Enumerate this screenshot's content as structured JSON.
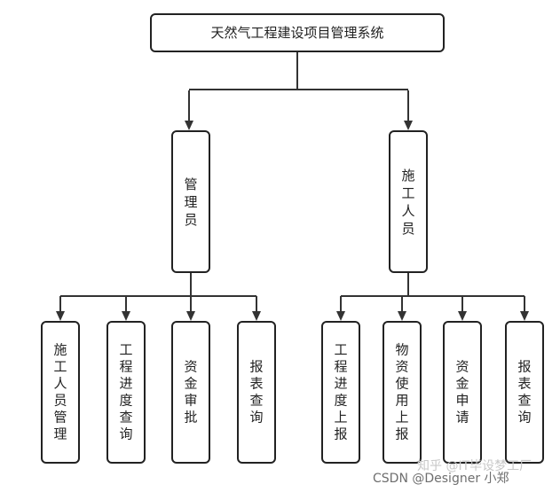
{
  "diagram": {
    "root": {
      "label": "天然气工程建设项目管理系统"
    },
    "roles": [
      {
        "label": "管理员",
        "children": [
          "施工人员管理",
          "工程进度查询",
          "资金审批",
          "报表查询"
        ]
      },
      {
        "label": "施工人员",
        "children": [
          "工程进度上报",
          "物资使用上报",
          "资金申请",
          "报表查询"
        ]
      }
    ]
  },
  "watermark": {
    "text1": "CSDN @Designer 小郑",
    "text2": "知乎 @IT毕设梦工厂"
  }
}
